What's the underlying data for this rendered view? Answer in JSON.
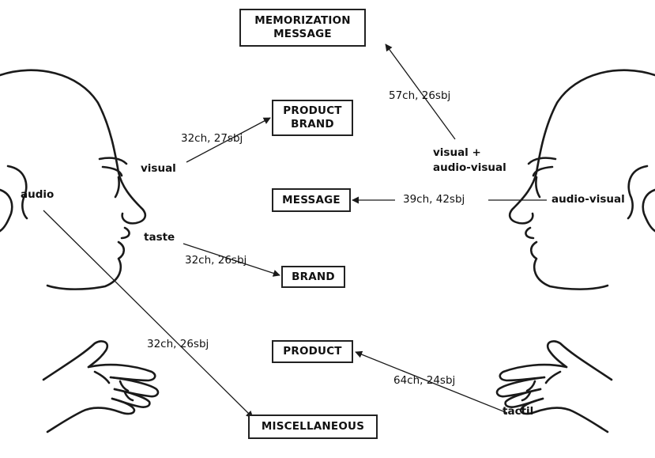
{
  "boxes": {
    "memorization_line1": "MEMORIZATION",
    "memorization_line2": "MESSAGE",
    "product_brand_line1": "PRODUCT",
    "product_brand_line2": "BRAND",
    "message": "MESSAGE",
    "brand": "BRAND",
    "product": "PRODUCT",
    "miscellaneous": "MISCELLANEOUS"
  },
  "senses": {
    "visual": "visual",
    "audio": "audio",
    "taste": "taste",
    "visual_av_line1": "visual +",
    "visual_av_line2": "audio-visual",
    "audio_visual": "audio-visual",
    "tactil": "tactil"
  },
  "counts": {
    "memorization": "57ch, 26sbj",
    "product_brand": "32ch, 27sbj",
    "message": "39ch, 42sbj",
    "brand": "32ch, 26sbj",
    "miscellaneous": "32ch, 26sbj",
    "product": "64ch, 24sbj"
  },
  "colors": {
    "line": "#1a1a1a",
    "text": "#111111"
  }
}
